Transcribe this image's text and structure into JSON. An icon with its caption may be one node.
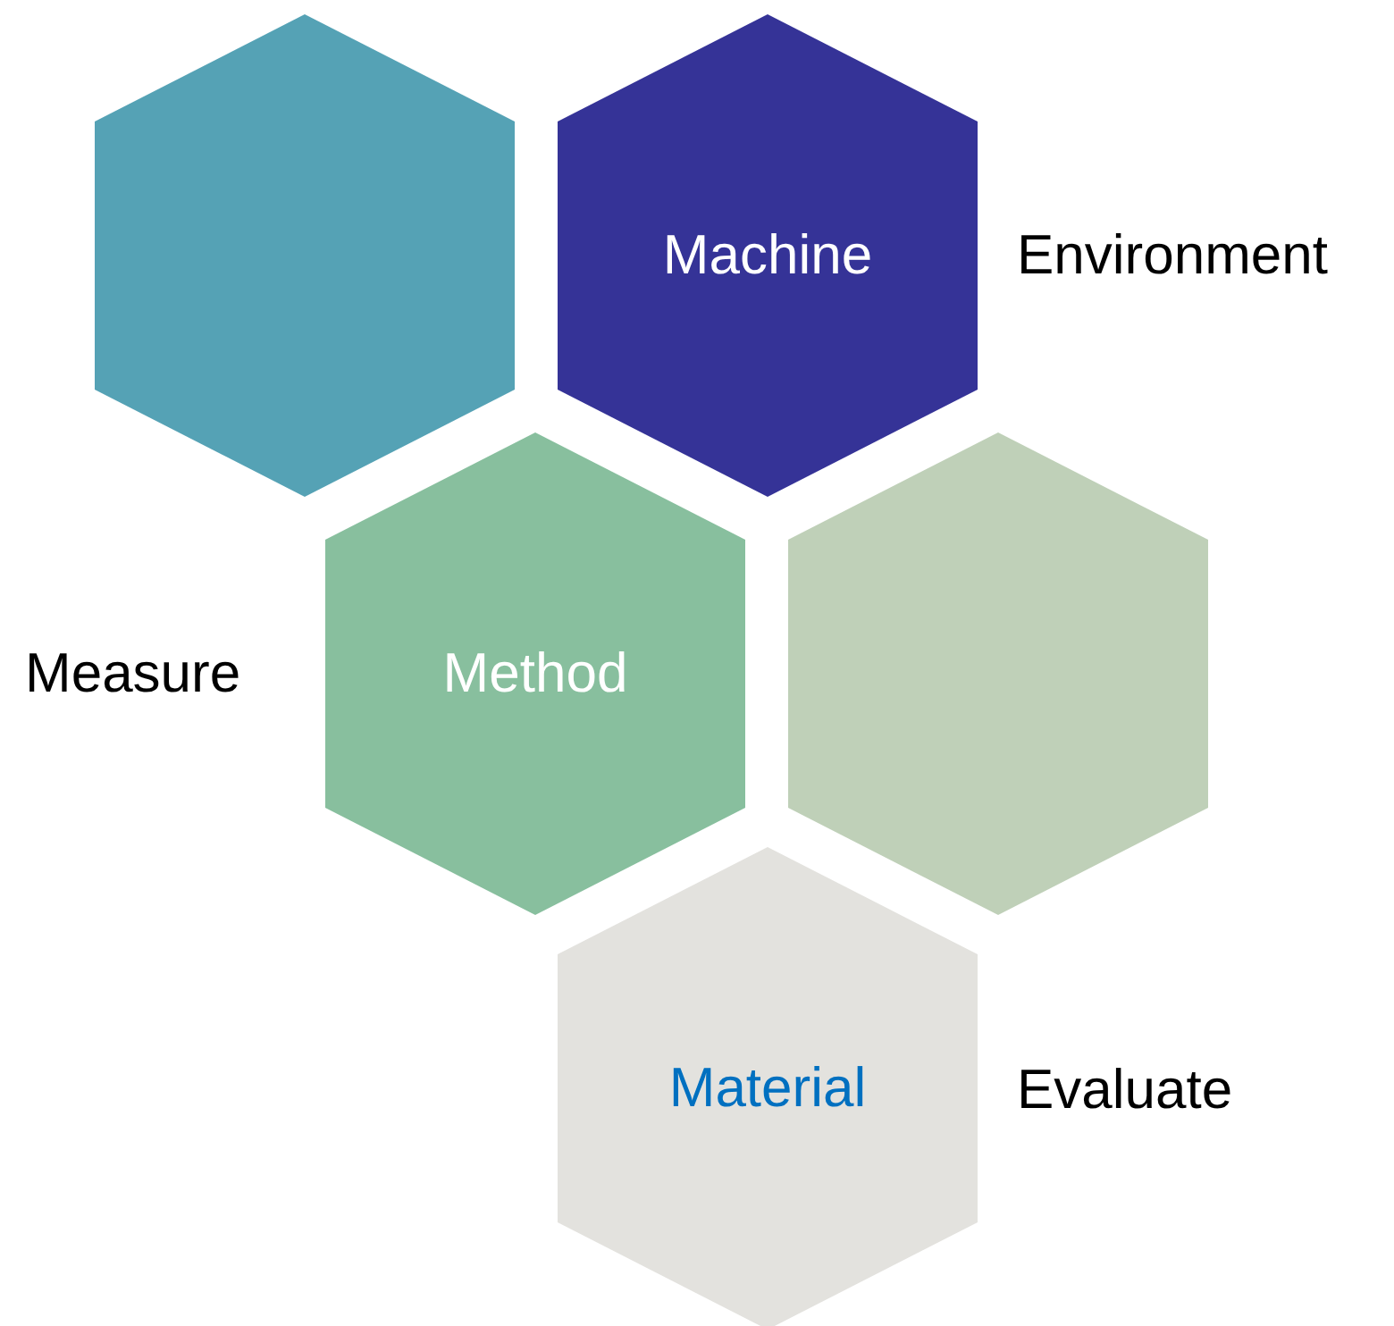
{
  "diagram": {
    "nodes": [
      {
        "text": [],
        "shape": "hexagon"
      },
      {
        "text": [
          "Machine"
        ]
      },
      {
        "text": [
          "Method"
        ]
      },
      {
        "text": [],
        "shape": "hexagon"
      },
      {
        "text": [
          "Material"
        ]
      }
    ],
    "labels": [
      "Environment",
      "Measure",
      "Evaluate"
    ]
  }
}
